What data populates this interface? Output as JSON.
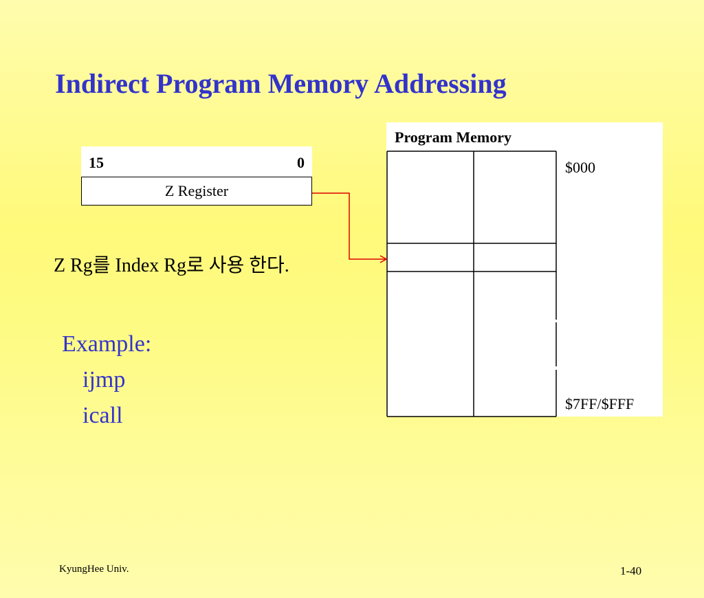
{
  "slide": {
    "title": "Indirect Program Memory Addressing",
    "z_register": {
      "bit_high": "15",
      "bit_low": "0",
      "label": "Z Register"
    },
    "description": "Z Rg를 Index Rg로 사용 한다.",
    "example": {
      "heading": "Example:",
      "instructions": [
        "ijmp",
        "icall"
      ]
    },
    "program_memory": {
      "title": "Program Memory",
      "start_address": "$000",
      "end_address": "$7FF/$FFF"
    },
    "footer": {
      "university": "KyungHee Univ.",
      "page": "1-40"
    }
  },
  "colors": {
    "title": "#3333cc",
    "example": "#3333cc",
    "arrow": "#dd0000",
    "background": "#fffa7a"
  }
}
